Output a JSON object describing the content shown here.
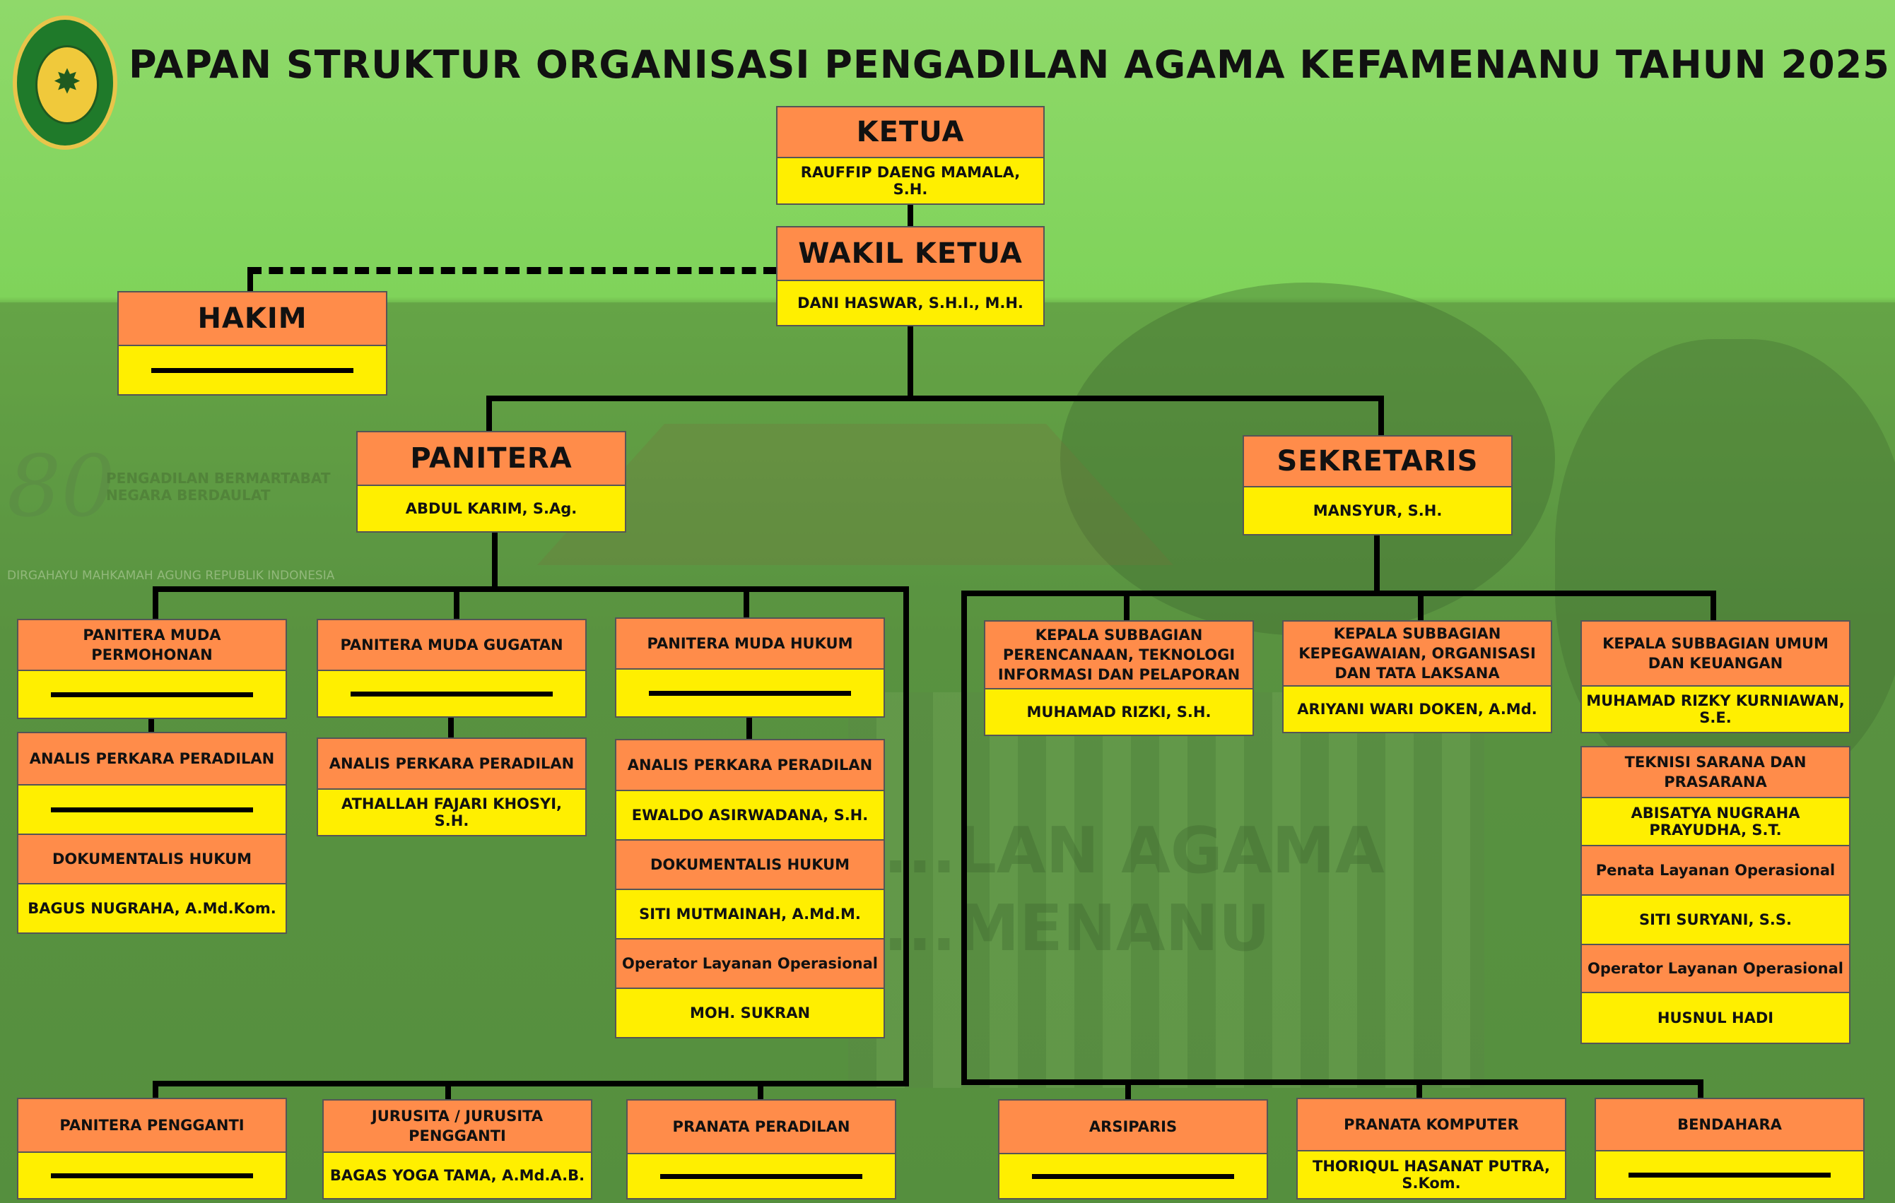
{
  "title": "PAPAN STRUKTUR ORGANISASI PENGADILAN AGAMA KEFAMENANU TAHUN 2025",
  "background": {
    "banner_text_1": "PENGADILAN BERMARTABAT",
    "banner_text_2": "NEGARA BERDAULAT",
    "dirgahayu": "DIRGAHAYU MAHKAMAH AGUNG REPUBLIK INDONESIA",
    "sign_line_1": "...LAN AGAMA",
    "sign_line_2": "...MENANU",
    "anniversary": "80"
  },
  "colors": {
    "header_fill": "#ff8c4a",
    "name_fill": "#ffef00",
    "accent": "#7fd35a"
  },
  "boxes": {
    "ketua": {
      "title": "KETUA",
      "name": "RAUFFIP DAENG MAMALA, S.H."
    },
    "wakil": {
      "title": "WAKIL KETUA",
      "name": "DANI HASWAR, S.H.I., M.H."
    },
    "hakim": {
      "title": "HAKIM",
      "name": ""
    },
    "panitera": {
      "title": "PANITERA",
      "name": "ABDUL KARIM, S.Ag."
    },
    "sekretaris": {
      "title": "SEKRETARIS",
      "name": "MANSYUR, S.H."
    },
    "pm_permohonan": {
      "title": "PANITERA MUDA PERMOHONAN",
      "name": ""
    },
    "pm_gugatan": {
      "title": "PANITERA MUDA GUGATAN",
      "name": ""
    },
    "pm_hukum": {
      "title": "PANITERA MUDA HUKUM",
      "name": ""
    },
    "ks_perencanaan": {
      "title": "KEPALA SUBBAGIAN PERENCANAAN, TEKNOLOGI INFORMASI DAN PELAPORAN",
      "name": "MUHAMAD RIZKI, S.H."
    },
    "ks_kepegawaian": {
      "title": "KEPALA SUBBAGIAN KEPEGAWAIAN, ORGANISASI DAN TATA LAKSANA",
      "name": "ARIYANI WARI DOKEN, A.Md."
    },
    "ks_umum": {
      "title": "KEPALA SUBBAGIAN UMUM DAN KEUANGAN",
      "name": "MUHAMAD RIZKY KURNIAWAN, S.E."
    },
    "app_1": {
      "title": "ANALIS PERKARA PERADILAN",
      "name": ""
    },
    "dok_1": {
      "title": "DOKUMENTALIS HUKUM",
      "name": "BAGUS NUGRAHA, A.Md.Kom."
    },
    "app_2": {
      "title": "ANALIS PERKARA PERADILAN",
      "name": "ATHALLAH FAJARI KHOSYI, S.H."
    },
    "app_3": {
      "title": "ANALIS PERKARA PERADILAN",
      "name": "EWALDO ASIRWADANA, S.H."
    },
    "dok_3": {
      "title": "DOKUMENTALIS HUKUM",
      "name": "SITI MUTMAINAH, A.Md.M."
    },
    "olo_3": {
      "title": "Operator Layanan Operasional",
      "name": "MOH. SUKRAN"
    },
    "teknisi": {
      "title": "TEKNISI SARANA DAN PRASARANA",
      "name": "ABISATYA NUGRAHA PRAYUDHA, S.T."
    },
    "penata": {
      "title": "Penata Layanan Operasional",
      "name": "SITI SURYANI, S.S."
    },
    "olo_u": {
      "title": "Operator Layanan Operasional",
      "name": "HUSNUL HADI"
    },
    "pengganti": {
      "title": "PANITERA PENGGANTI",
      "name": ""
    },
    "jurusita": {
      "title": "JURUSITA / JURUSITA PENGGANTI",
      "name": "BAGAS YOGA TAMA, A.Md.A.B."
    },
    "pranata_per": {
      "title": "PRANATA PERADILAN",
      "name": ""
    },
    "arsiparis": {
      "title": "ARSIPARIS",
      "name": ""
    },
    "pranata_komp": {
      "title": "PRANATA KOMPUTER",
      "name": "THORIQUL HASANAT PUTRA, S.Kom."
    },
    "bendahara": {
      "title": "BENDAHARA",
      "name": ""
    }
  }
}
